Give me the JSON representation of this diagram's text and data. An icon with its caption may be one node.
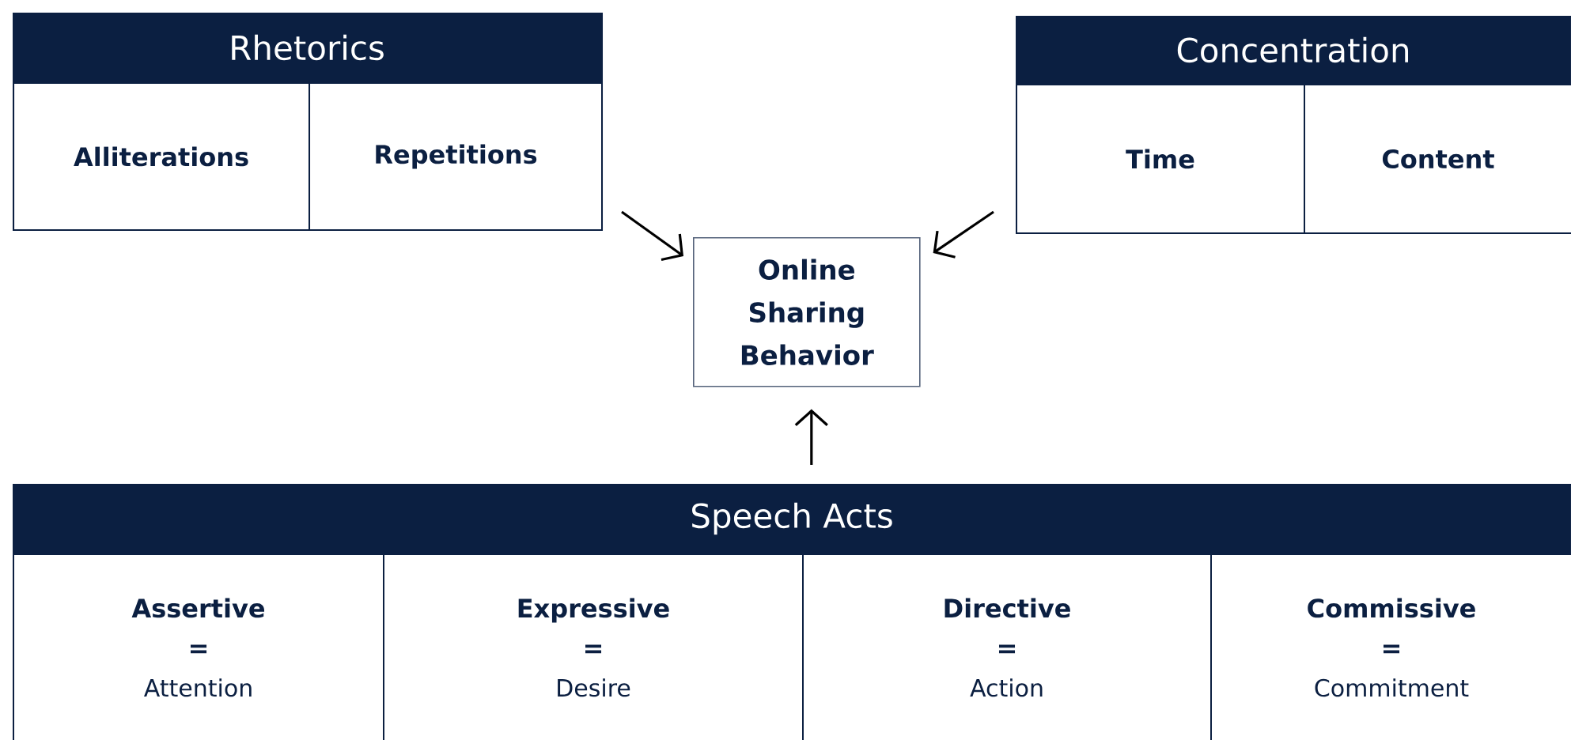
{
  "diagram": {
    "nodes": [
      {
        "text": [
          "Rhetorics"
        ]
      },
      {
        "text": [
          "Alliterations"
        ],
        "in": 0
      },
      {
        "text": [
          "Repetitions"
        ],
        "in": 0
      },
      {
        "text": [
          "Concentration"
        ]
      },
      {
        "text": [
          "Time"
        ],
        "in": 3
      },
      {
        "text": [
          "Content"
        ],
        "in": 3
      },
      {
        "text": [
          "Online Sharing Behavior"
        ]
      },
      {
        "text": [
          "Speech Acts"
        ]
      },
      {
        "text": [
          "Assertive",
          "=",
          "Attention"
        ],
        "in": 7
      },
      {
        "text": [
          "Expressive",
          "=",
          "Desire"
        ],
        "in": 7
      },
      {
        "text": [
          "Directive",
          "=",
          "Action"
        ],
        "in": 7
      },
      {
        "text": [
          "Commissive",
          "=",
          "Commitment"
        ],
        "in": 7
      }
    ],
    "edges": [
      {
        "from": 0,
        "to": 6,
        "arrow": "to"
      },
      {
        "from": 3,
        "to": 6,
        "arrow": "to"
      },
      {
        "from": 7,
        "to": 6,
        "arrow": "to"
      }
    ]
  }
}
